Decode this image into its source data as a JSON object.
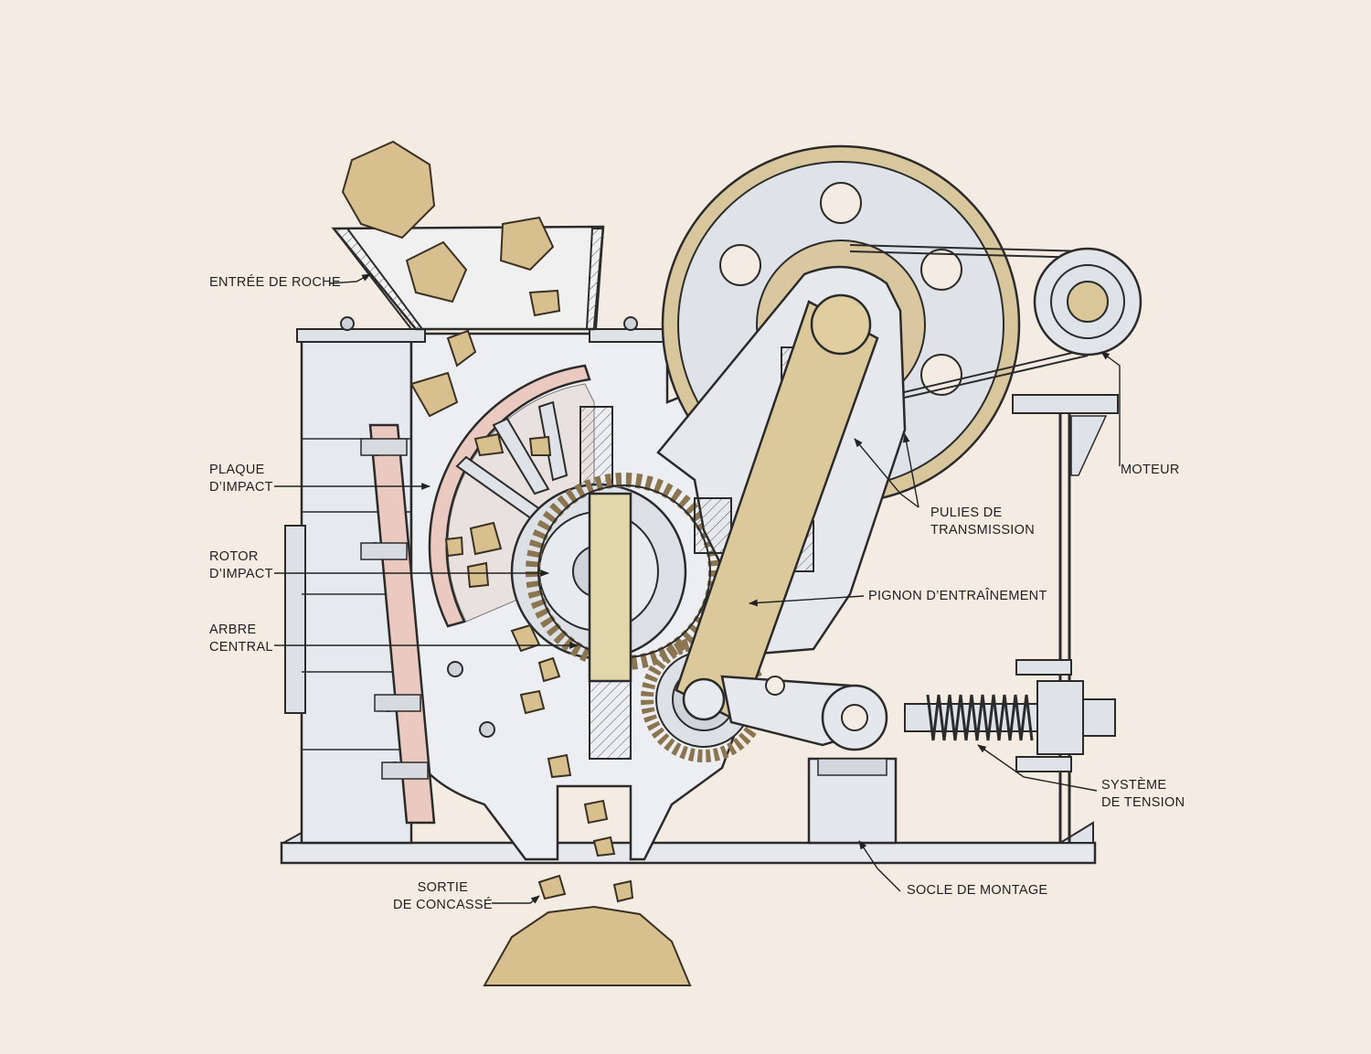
{
  "labels": {
    "rock_inlet": "ENTRÉE DE ROCHE",
    "impact_plate": [
      "PLAQUE",
      "D’IMPACT"
    ],
    "impact_rotor": [
      "ROTOR",
      "D’IMPACT"
    ],
    "central_shaft": [
      "ARBRE",
      "CENTRAL"
    ],
    "crushed_outlet": [
      "SORTIE",
      "DE CONCASSÉ"
    ],
    "motor": "MOTEUR",
    "transmission_pulleys": [
      "PULIES DE",
      "TRANSMISSION"
    ],
    "drive_pinion": "PIGNON D’ENTRAÎNEMENT",
    "tension_system": [
      "SYSTÈME",
      "DE TENSION"
    ],
    "mounting_base": "SOCLE DE MONTAGE"
  },
  "colors": {
    "background": "#f4ece2",
    "line": "#2b2b2b",
    "steel": "#dfe3e8",
    "brass": "#d9c79a",
    "rock": "#d8bf8e",
    "plate_pink": "#e9c9c0"
  }
}
